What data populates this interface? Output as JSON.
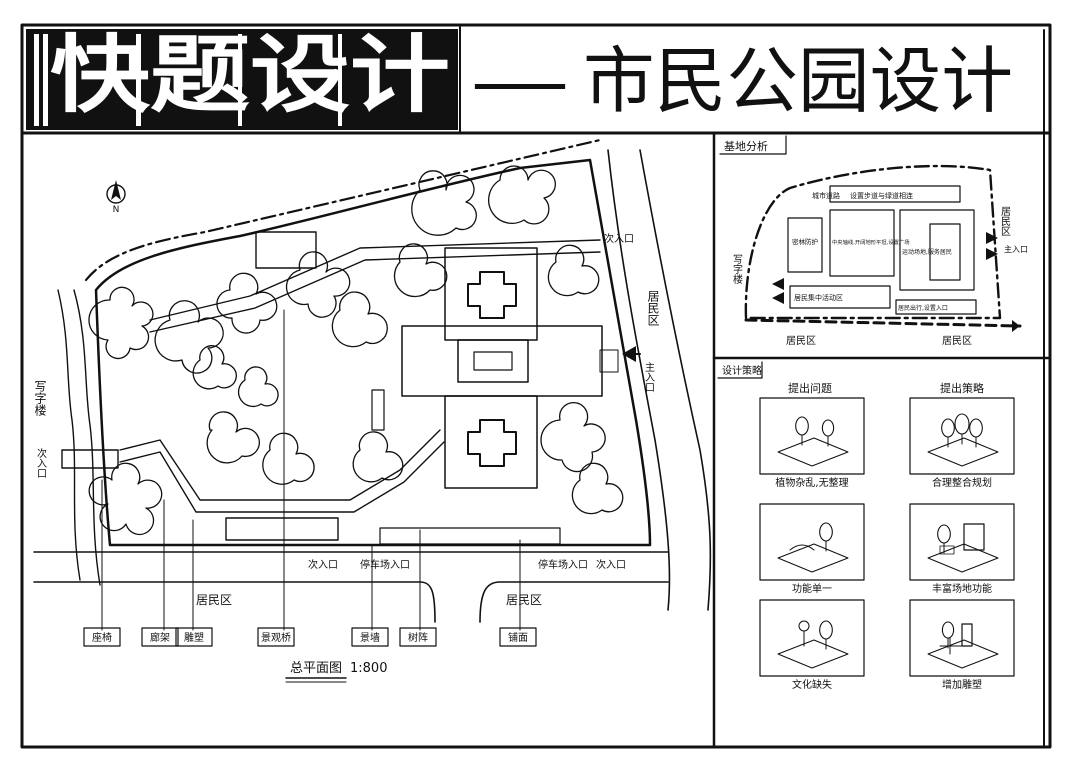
{
  "header": {
    "title_left": "快题设计",
    "title_sep": "—",
    "title_right": "市民公园设计"
  },
  "site_plan": {
    "caption": "总平面图",
    "scale": "1:800",
    "north_symbol": "N",
    "labels": {
      "entrance_top_right": "次入口",
      "entrance_right_arrow": "主入口",
      "residential_right": "居民区",
      "office_building_left": "写字楼",
      "entrance_left": "次入口",
      "entrance_bottom_left": "次入口",
      "parking_entrance_1": "停车场入口",
      "parking_entrance_2": "停车场入口",
      "entrance_bottom_right": "次入口",
      "residential_bottom_left": "居民区",
      "residential_bottom_right": "居民区"
    },
    "legend_tags": [
      "座椅",
      "廊架",
      "雕塑",
      "景观桥",
      "景墙",
      "树阵",
      "铺面"
    ]
  },
  "site_analysis": {
    "title": "基地分析",
    "labels": {
      "residential_right": "居民区",
      "main_entrance": "主入口",
      "office_left": "写字楼",
      "residential_bottom_left": "居民区",
      "residential_bottom_right": "居民区"
    },
    "notes": {
      "top_road": "城市道路",
      "top_note": "设置步道与绿道相连",
      "left_box": "密林防护",
      "center_box": "中央轴线,开阔地形平坦,设置广场",
      "right_box": "运动场地,服务居民",
      "bottom_box": "居民集中活动区",
      "bottom_right": "居民出行,设置入口"
    }
  },
  "design_strategy": {
    "title": "设计策略",
    "column_titles": [
      "提出问题",
      "提出策略"
    ],
    "panels": [
      {
        "caption": "植物杂乱,无整理",
        "scene": "trees-flat"
      },
      {
        "caption": "合理整合规划",
        "scene": "trees-grove"
      },
      {
        "caption": "功能单一",
        "scene": "single-function"
      },
      {
        "caption": "丰富场地功能",
        "scene": "rich-function"
      },
      {
        "caption": "文化缺失",
        "scene": "culture-lack"
      },
      {
        "caption": "增加雕塑",
        "scene": "add-sculpture"
      }
    ]
  }
}
